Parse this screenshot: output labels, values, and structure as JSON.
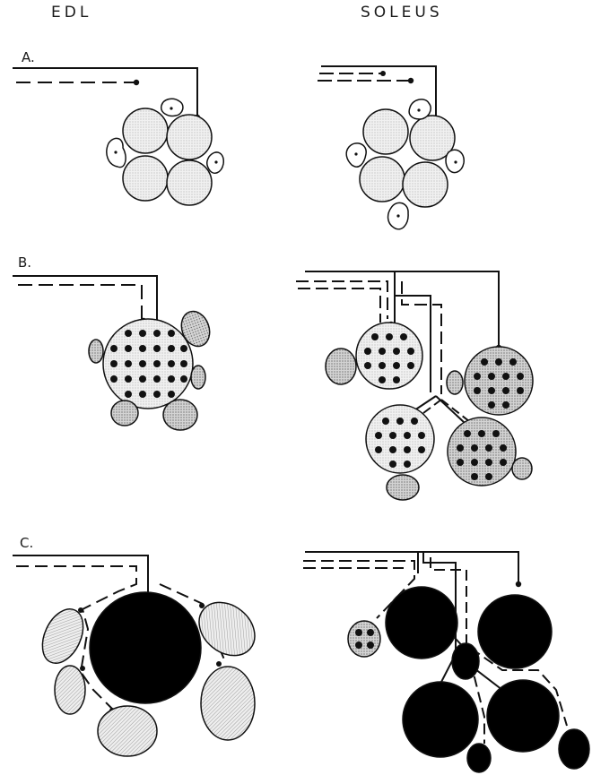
{
  "columns": {
    "left": "EDL",
    "right": "SOLEUS"
  },
  "rows": {
    "a": "A.",
    "b": "B.",
    "c": "C."
  }
}
